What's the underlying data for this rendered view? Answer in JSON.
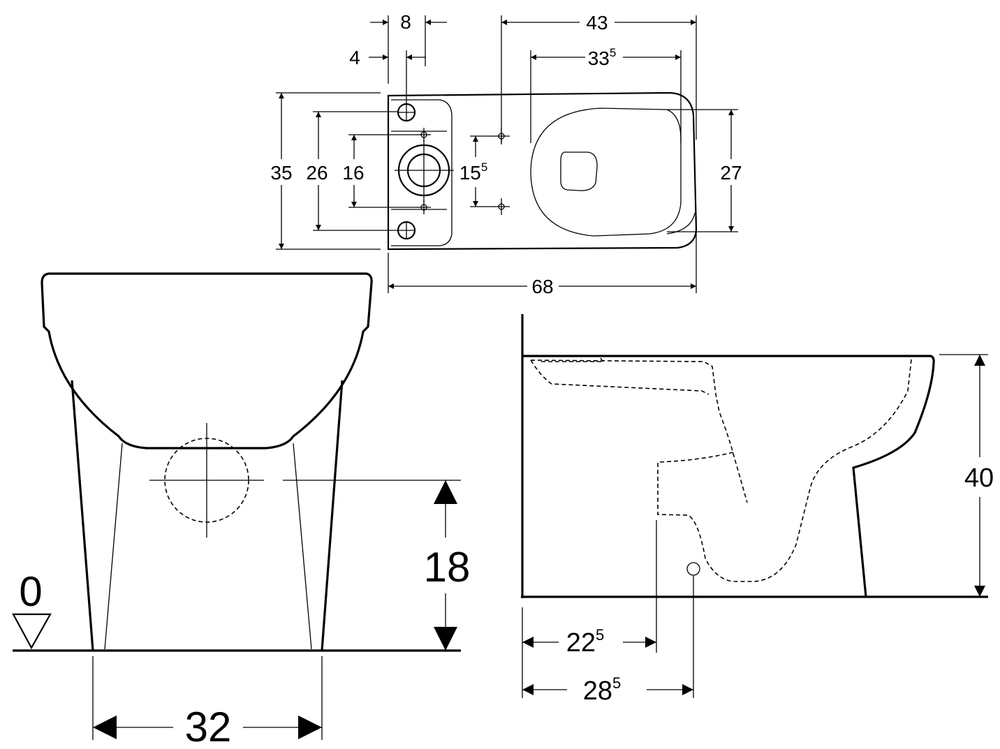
{
  "diagram": {
    "title": "Floor-standing WC dimension drawing",
    "top_view": {
      "dims": {
        "d8": "8",
        "d4": "4",
        "d43": "43",
        "d33_5": {
          "base": "33",
          "sup": "5"
        },
        "d35": "35",
        "d26": "26",
        "d16": "16",
        "d15_5": {
          "base": "15",
          "sup": "5"
        },
        "d27": "27",
        "d68": "68"
      }
    },
    "front_view": {
      "dims": {
        "floor_level": "0",
        "outlet_height": "18",
        "foot_width": "32"
      }
    },
    "side_view": {
      "dims": {
        "height": "40",
        "d22_5": {
          "base": "22",
          "sup": "5"
        },
        "d28_5": {
          "base": "28",
          "sup": "5"
        }
      }
    }
  }
}
